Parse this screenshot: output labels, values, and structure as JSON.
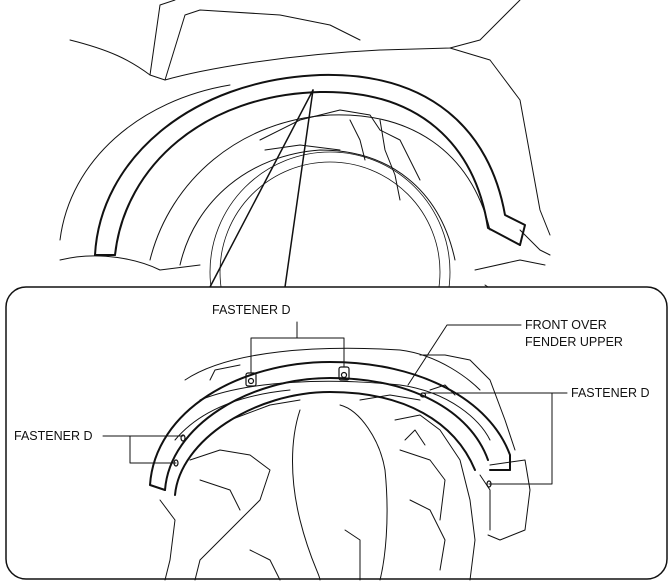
{
  "labels": {
    "fastener_top": "FASTENER D",
    "part_name_line1": "FRONT OVER",
    "part_name_line2": "FENDER UPPER",
    "fastener_right": "FASTENER D",
    "fastener_left": "FASTENER D"
  }
}
